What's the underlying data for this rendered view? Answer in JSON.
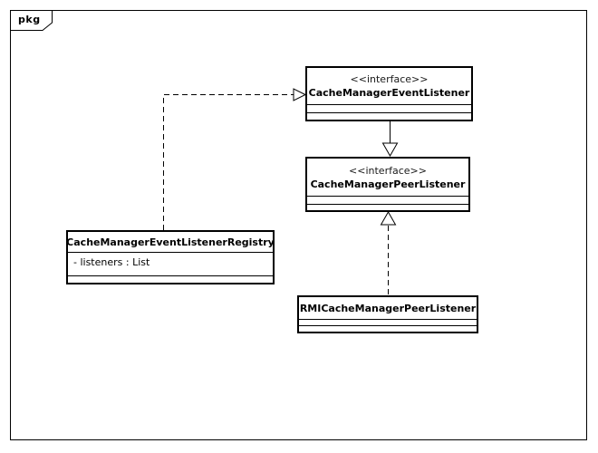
{
  "diagram": {
    "frame_label": "pkg",
    "colors": {
      "background": "#ffffff",
      "line": "#000000",
      "text": "#000000",
      "stereotype_text": "#1a1a1a",
      "box_fill": "#ffffff"
    },
    "nodes": [
      {
        "id": "cache-manager-event-listener",
        "kind": "interface",
        "stereotype": "<<interface>>",
        "name": "CacheManagerEventListener",
        "attributes": [],
        "methods": []
      },
      {
        "id": "cache-manager-peer-listener",
        "kind": "interface",
        "stereotype": "<<interface>>",
        "name": "CacheManagerPeerListener",
        "attributes": [],
        "methods": []
      },
      {
        "id": "cache-manager-event-listener-registry",
        "kind": "class",
        "stereotype": "",
        "name": "CacheManagerEventListenerRegistry",
        "attributes": [
          "- listeners : List"
        ],
        "methods": []
      },
      {
        "id": "rmi-cache-manager-peer-listener",
        "kind": "class",
        "stereotype": "",
        "name": "RMICacheManagerPeerListener",
        "attributes": [],
        "methods": []
      }
    ],
    "edges": [
      {
        "from": "CacheManagerEventListenerRegistry",
        "to": "CacheManagerEventListener",
        "type": "realization",
        "line_style": "dashed",
        "arrowhead": "hollow-triangle"
      },
      {
        "from": "CacheManagerEventListener",
        "to": "CacheManagerPeerListener",
        "type": "generalization",
        "line_style": "solid",
        "arrowhead": "hollow-triangle"
      },
      {
        "from": "RMICacheManagerPeerListener",
        "to": "CacheManagerPeerListener",
        "type": "realization",
        "line_style": "dashed",
        "arrowhead": "hollow-triangle"
      }
    ]
  }
}
